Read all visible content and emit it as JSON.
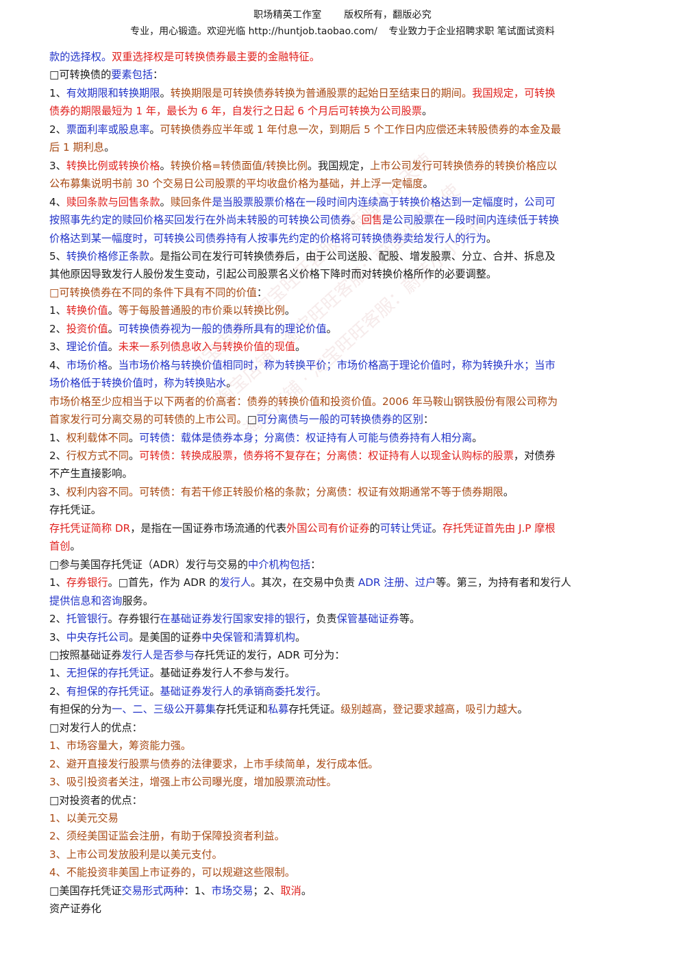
{
  "header": {
    "line1": [
      "职场精英工作室",
      "版权所有，翻版必究"
    ],
    "line2": [
      "专业，用心锻造。欢迎光临 http://huntjob.taobao.com/",
      "专业致力于企业招聘求职 笔试面试资料"
    ]
  },
  "watermark": "淘宝店铺 · 淘宝旺旺客服：蔚蓝小小天使",
  "lines": [
    [
      [
        "b",
        "款的选择权。"
      ],
      [
        "r",
        "双重选择权是可转换债券最主要的金融特征。"
      ]
    ],
    [
      [
        "k",
        "□可转换债的"
      ],
      [
        "b",
        "要素包括"
      ],
      [
        "k",
        "："
      ]
    ],
    [
      [
        "k",
        "1、"
      ],
      [
        "b",
        "有效期限和转换期限"
      ],
      [
        "k",
        "。"
      ],
      [
        "o",
        "转换期限是可转换债券转换为普通股票的起始日至结束日的期间。"
      ],
      [
        "r",
        "我国规定，可转换"
      ]
    ],
    [
      [
        "r",
        "债券的期限最短为 1 年，最长为 6 年，自发行之日起 6 个月后可转换为公司股票"
      ],
      [
        "k",
        "。"
      ]
    ],
    [
      [
        "k",
        "2、"
      ],
      [
        "b",
        "票面利率或股息率"
      ],
      [
        "k",
        "。"
      ],
      [
        "o",
        "可转换债券应半年或 1 年付息一次，到期后 5 个工作日内应偿还未转股债券的本金及最"
      ]
    ],
    [
      [
        "o",
        "后 1 期利息"
      ],
      [
        "k",
        "。"
      ]
    ],
    [
      [
        "k",
        "3、"
      ],
      [
        "r",
        "转换比例或转换价格"
      ],
      [
        "k",
        "。"
      ],
      [
        "o",
        "转换价格=转债面值/转换比例"
      ],
      [
        "k",
        "。我国规定，"
      ],
      [
        "o",
        "上市公司发行可转换债券的转换价格应以"
      ]
    ],
    [
      [
        "o",
        "公布募集说明书前 30 个交易日公司股票的平均收盘价格为基础，并上浮一定幅度"
      ],
      [
        "k",
        "。"
      ]
    ],
    [
      [
        "k",
        " 4、"
      ],
      [
        "r",
        "赎回条款与回售条款"
      ],
      [
        "k",
        "。"
      ],
      [
        "o",
        "赎回条件"
      ],
      [
        "b",
        "是当股票股票价格在一段时间内连续高于转换价格达到一定幅度时，公司可"
      ]
    ],
    [
      [
        "b",
        "按照事先约定的赎回价格买回发行在外尚未转股的可转换公司债券"
      ],
      [
        "k",
        "。"
      ],
      [
        "r",
        "回售"
      ],
      [
        "b",
        "是公司股票在一段时间内连续低于转换"
      ]
    ],
    [
      [
        "b",
        "价格达到某一幅度时，可转换公司债券持有人按事先约定的价格将可转换债券卖给发行人的行为"
      ],
      [
        "k",
        "。"
      ]
    ],
    [
      [
        "k",
        " 5、"
      ],
      [
        "b",
        "转换价格修正条款"
      ],
      [
        "k",
        "。是指公司在发行可转换债券后，由于公司送股、配股、增发股票、分立、合并、拆息及"
      ]
    ],
    [
      [
        "k",
        "其他原因导致发行人股份发生变动，引起公司股票名义价格下降时而对转换价格所作的必要调整。"
      ]
    ],
    [
      [
        "o",
        " □可转换债券在不同的条件下具有不同的价值"
      ],
      [
        "k",
        "："
      ]
    ],
    [
      [
        "k",
        " 1、"
      ],
      [
        "r",
        "转换价值"
      ],
      [
        "k",
        "。"
      ],
      [
        "o",
        "等于每股普通股的市价乘以转换比例"
      ],
      [
        "k",
        "。"
      ]
    ],
    [
      [
        "k",
        " 2、"
      ],
      [
        "r",
        "投资价值"
      ],
      [
        "k",
        "。"
      ],
      [
        "b",
        "可转换债券视为一般的债券所具有的理论价值"
      ],
      [
        "k",
        "。"
      ]
    ],
    [
      [
        "k",
        " 3、"
      ],
      [
        "b",
        "理论价值"
      ],
      [
        "k",
        "。"
      ],
      [
        "r",
        "未来一系列债息收入与转换价值的现值"
      ],
      [
        "k",
        "。"
      ]
    ],
    [
      [
        "k",
        " 4、"
      ],
      [
        "b",
        "市场价格"
      ],
      [
        "k",
        "。"
      ],
      [
        "b",
        "当市场价格与转换价值相同时，称为转换平价；市场价格高于理论价值时，称为转换升水；当市"
      ]
    ],
    [
      [
        "b",
        "场价格低于转换价值时，称为转换贴水"
      ],
      [
        "k",
        "。"
      ]
    ],
    [
      [
        "o",
        " 市场价格至少应相当于以下两者的价高者：债券的转换价值和投资价值。2006 年马鞍山钢铁股份有限公司称为"
      ]
    ],
    [
      [
        "o",
        "首家发行可分离交易的可转债的上市公司。"
      ],
      [
        "k",
        "□"
      ],
      [
        "b",
        "可分离债与一般的可转换债券的区别"
      ],
      [
        "k",
        "："
      ]
    ],
    [
      [
        "k",
        " 1、"
      ],
      [
        "o",
        "权利载体不同"
      ],
      [
        "k",
        "。"
      ],
      [
        "b",
        "可转债：载体是债券本身；分离债：权证持有人可能与债券持有人相分离"
      ],
      [
        "k",
        "。"
      ]
    ],
    [
      [
        "k",
        " 2、"
      ],
      [
        "o",
        "行权方式不同"
      ],
      [
        "k",
        "。"
      ],
      [
        "r",
        "可转债：转换成股票，债券将不复存在；分离债：权证持有人以现金认购标的股票"
      ],
      [
        "k",
        "，对债券"
      ]
    ],
    [
      [
        "k",
        "不产生直接影响。"
      ]
    ],
    [
      [
        "k",
        " 3、"
      ],
      [
        "o",
        "权利内容不同。可转债：有若干修正转股价格的条款；分离债：权证有效期通常不等于债券期限"
      ],
      [
        "k",
        "。"
      ]
    ],
    [
      [
        "k",
        "存托凭证。"
      ]
    ],
    [
      [
        "r",
        " 存托凭证简称 DR"
      ],
      [
        "k",
        "，是指在一国证券市场流通的代表"
      ],
      [
        "r",
        "外国公司有价证券"
      ],
      [
        "k",
        "的"
      ],
      [
        "b",
        "可转让凭证"
      ],
      [
        "k",
        "。"
      ],
      [
        "r",
        "存托凭证首先由 J.P 摩根"
      ]
    ],
    [
      [
        "r",
        "首创"
      ],
      [
        "k",
        "。"
      ]
    ],
    [
      [
        "k",
        " □参与美国存托凭证（ADR）发行与交易的"
      ],
      [
        "b",
        "中介机构包括"
      ],
      [
        "k",
        "："
      ]
    ],
    [
      [
        "k",
        "1、"
      ],
      [
        "r",
        "存券银行"
      ],
      [
        "k",
        "。□首先，作为 ADR 的"
      ],
      [
        "b",
        "发行人"
      ],
      [
        "k",
        "。其次，在交易中负责 "
      ],
      [
        "b",
        "ADR 注册、过户"
      ],
      [
        "k",
        "等。第三，为持有者和发行人"
      ]
    ],
    [
      [
        "b",
        "提供信息和咨询"
      ],
      [
        "k",
        "服务。"
      ]
    ],
    [
      [
        "k",
        "2、"
      ],
      [
        "b",
        "托管银行"
      ],
      [
        "k",
        "。存券银行"
      ],
      [
        "b",
        "在基础证券发行国家安排的银行"
      ],
      [
        "k",
        "，负责"
      ],
      [
        "b",
        "保管基础证券"
      ],
      [
        "k",
        "等。"
      ]
    ],
    [
      [
        "k",
        "3、"
      ],
      [
        "b",
        "中央存托公司"
      ],
      [
        "k",
        "。是美国的证券"
      ],
      [
        "b",
        "中央保管和清算机构"
      ],
      [
        "k",
        "。"
      ]
    ],
    [
      [
        "k",
        " □按照基础证券"
      ],
      [
        "b",
        "发行人是否参与"
      ],
      [
        "k",
        "存托凭证的发行，ADR 可分为："
      ]
    ],
    [
      [
        "k",
        "1、"
      ],
      [
        "b",
        "无担保的存托凭证"
      ],
      [
        "k",
        "。基础证券发行人不参与发行。"
      ]
    ],
    [
      [
        "k",
        "2、"
      ],
      [
        "b",
        "有担保的存托凭证"
      ],
      [
        "k",
        "。"
      ],
      [
        "b",
        "基础证券发行人的承销商委托发行"
      ],
      [
        "k",
        "。"
      ]
    ],
    [
      [
        "k",
        " 有担保的分为"
      ],
      [
        "b",
        "一、二、三级公开募集"
      ],
      [
        "k",
        "存托凭证和"
      ],
      [
        "b",
        "私募"
      ],
      [
        "k",
        "存托凭证。"
      ],
      [
        "o",
        "级别越高，登记要求越高，吸引力越大"
      ],
      [
        "k",
        "。"
      ]
    ],
    [
      [
        "k",
        " □对发行人的优点："
      ]
    ],
    [
      [
        "o",
        "1、市场容量大，筹资能力强。"
      ]
    ],
    [
      [
        "o",
        "2、避开直接发行股票与债券的法律要求，上市手续简单，发行成本低。"
      ]
    ],
    [
      [
        "o",
        "3、吸引投资者关注，增强上市公司曝光度，增加股票流动性。"
      ]
    ],
    [
      [
        "k",
        " □对投资者的优点："
      ]
    ],
    [
      [
        "o",
        "1、以美元交易"
      ]
    ],
    [
      [
        "o",
        "2、须经美国证监会注册，有助于保障投资者利益。"
      ]
    ],
    [
      [
        "o",
        "3、上市公司发放股利是以美元支付。"
      ]
    ],
    [
      [
        "o",
        "4、不能投资非美国上市证券的，可以规避这些限制。"
      ]
    ],
    [
      [
        "k",
        " □美国存托凭证"
      ],
      [
        "b",
        "交易形式两种"
      ],
      [
        "k",
        "：1、"
      ],
      [
        "b",
        "市场交易"
      ],
      [
        "k",
        "；2、"
      ],
      [
        "r",
        "取消"
      ],
      [
        "k",
        "。"
      ]
    ],
    [
      [
        "k",
        "资产证券化"
      ]
    ]
  ]
}
